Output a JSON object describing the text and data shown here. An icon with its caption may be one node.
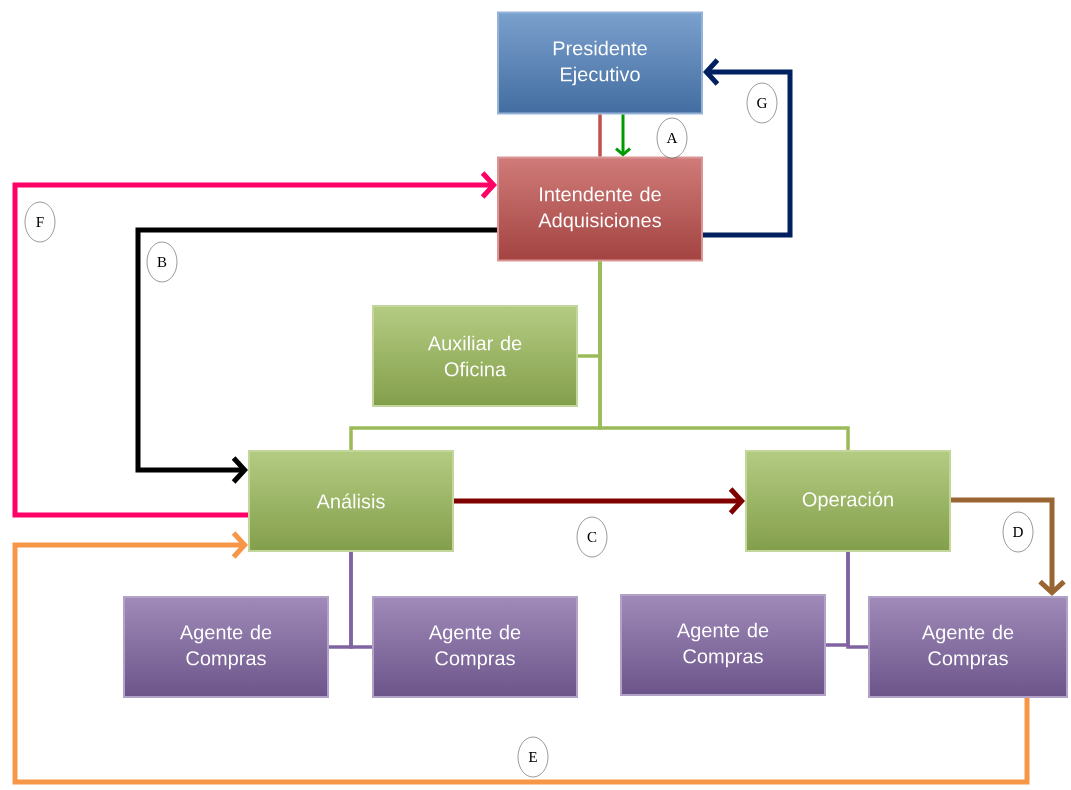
{
  "diagram": {
    "nodes": [
      {
        "text": [
          "Presidente Ejecutivo"
        ]
      },
      {
        "text": [
          "Intendente de Adquisiciones"
        ]
      },
      {
        "text": [
          "Auxiliar de Oficina"
        ]
      },
      {
        "text": [
          "Análisis"
        ]
      },
      {
        "text": [
          "Operación"
        ]
      },
      {
        "text": [
          "Agente de Compras"
        ]
      },
      {
        "text": [
          "Agente de Compras"
        ]
      },
      {
        "text": [
          "Agente de Compras"
        ]
      },
      {
        "text": [
          "Agente de Compras"
        ]
      }
    ],
    "edges": [
      {
        "from": 0,
        "to": 1,
        "arrow": "none",
        "color": "#c0504d"
      },
      {
        "from": 1,
        "to": 2,
        "arrow": "none",
        "color": "#9bbb59"
      },
      {
        "from": 1,
        "to": 3,
        "arrow": "none",
        "color": "#9bbb59"
      },
      {
        "from": 1,
        "to": 4,
        "arrow": "none",
        "color": "#9bbb59"
      },
      {
        "from": 3,
        "to": 5,
        "arrow": "none",
        "color": "#8064a2"
      },
      {
        "from": 3,
        "to": 6,
        "arrow": "none",
        "color": "#8064a2"
      },
      {
        "from": 4,
        "to": 7,
        "arrow": "none",
        "color": "#8064a2"
      },
      {
        "from": 4,
        "to": 8,
        "arrow": "none",
        "color": "#8064a2"
      },
      {
        "from": 0,
        "to": 1,
        "arrow": "to",
        "label": "A",
        "color": "#009900"
      },
      {
        "from": 1,
        "to": 3,
        "arrow": "to",
        "label": "B",
        "color": "#000000"
      },
      {
        "from": 3,
        "to": 4,
        "arrow": "to",
        "label": "C",
        "color": "#800000"
      },
      {
        "from": 4,
        "to": 8,
        "arrow": "to",
        "label": "D",
        "color": "#996633"
      },
      {
        "from": 8,
        "to": 3,
        "arrow": "to",
        "label": "E",
        "color": "#f79646"
      },
      {
        "from": 3,
        "to": 1,
        "arrow": "to",
        "label": "F",
        "color": "#ff0066"
      },
      {
        "from": 1,
        "to": 0,
        "arrow": "to",
        "label": "G",
        "color": "#002060"
      }
    ]
  }
}
